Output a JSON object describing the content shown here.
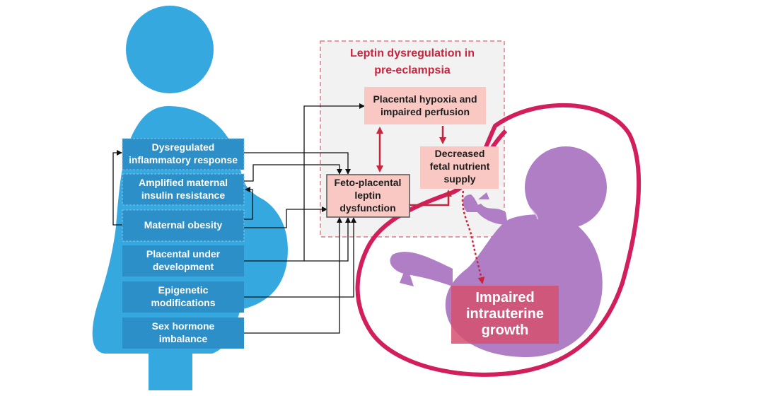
{
  "factors": [
    {
      "line1": "Dysregulated",
      "line2": "inflammatory response"
    },
    {
      "line1": "Amplified maternal",
      "line2": "insulin resistance"
    },
    {
      "line1": "Maternal obesity"
    },
    {
      "line1": "Placental under",
      "line2": "development"
    },
    {
      "line1": "Epigenetic",
      "line2": "modifications"
    },
    {
      "line1": "Sex hormone",
      "line2": "imbalance"
    }
  ],
  "region": {
    "title_line1": "Leptin dysregulation in",
    "title_line2": "pre-eclampsia"
  },
  "boxes": {
    "hypoxia": {
      "line1": "Placental hypoxia and",
      "line2": "impaired perfusion"
    },
    "nutrient": {
      "line1": "Decreased",
      "line2": "fetal nutrient",
      "line3": "supply"
    },
    "leptin": {
      "line1": "Feto-placental",
      "line2": "leptin",
      "line3": "dysfunction"
    },
    "growth": {
      "line1": "Impaired",
      "line2": "intrauterine",
      "line3": "growth"
    }
  },
  "colors": {
    "silhouette": "#35a8e0",
    "factor_box": "#2d8fc8",
    "pink_box": "#f9c8c3",
    "accent_red": "#c8253f",
    "fetus": "#b07ec5",
    "sac": "#d21f5c",
    "growth_box": "#d6506f"
  }
}
